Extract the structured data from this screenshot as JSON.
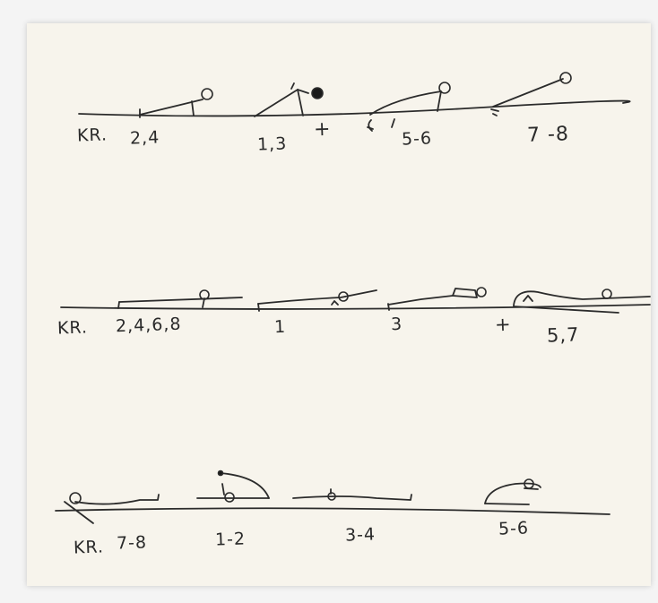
{
  "row1": {
    "label": "KR.",
    "counts": [
      "2,4",
      "1,3",
      "+",
      "5-6",
      "7 -8"
    ]
  },
  "row2": {
    "label": "KR.",
    "counts": [
      "2,4,6,8",
      "1",
      "3",
      "+",
      "5,7"
    ]
  },
  "row3": {
    "label": "KR.",
    "counts": [
      "7-8",
      "1-2",
      "3-4",
      "5-6"
    ]
  }
}
